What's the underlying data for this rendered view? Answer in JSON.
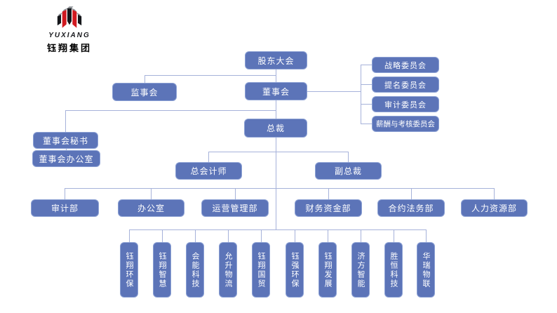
{
  "logo": {
    "company_name_en": "YUXIANG",
    "company_name_cn": "钰翔集团",
    "mark": "yuxiang-building-logo",
    "colors": {
      "red": "#d01920",
      "black": "#15161a",
      "gray": "#8c9095"
    }
  },
  "org_chart": {
    "style": {
      "node_fill": "#5c74b8",
      "node_border": "#8ca1d4",
      "node_text": "#ffffff",
      "connector": "#a6b2da",
      "background": "#ffffff"
    },
    "nodes": {
      "shareholders_meeting": "股东大会",
      "supervisory_board": "监事会",
      "board_of_directors": "董事会",
      "strategy_committee": "战略委员会",
      "nomination_committee": "提名委员会",
      "audit_committee": "审计委员会",
      "compensation_committee": "薪酬与考核委员会",
      "president": "总裁",
      "board_secretary": "董事会秘书",
      "board_office": "董事会办公室",
      "chief_accountant": "总会计师",
      "vice_president": "副总裁",
      "audit_dept": "审计部",
      "office": "办公室",
      "operations_dept": "运营管理部",
      "finance_dept": "财务资金部",
      "legal_dept": "合约法务部",
      "hr_dept": "人力资源部"
    },
    "subsidiaries": [
      "钰翔环保",
      "钰翔智慧",
      "会能科技",
      "允升物流",
      "钰翔国贸",
      "钰强环保",
      "钰翔发展",
      "济方智能",
      "胜恒科技",
      "华瑞物联"
    ]
  }
}
